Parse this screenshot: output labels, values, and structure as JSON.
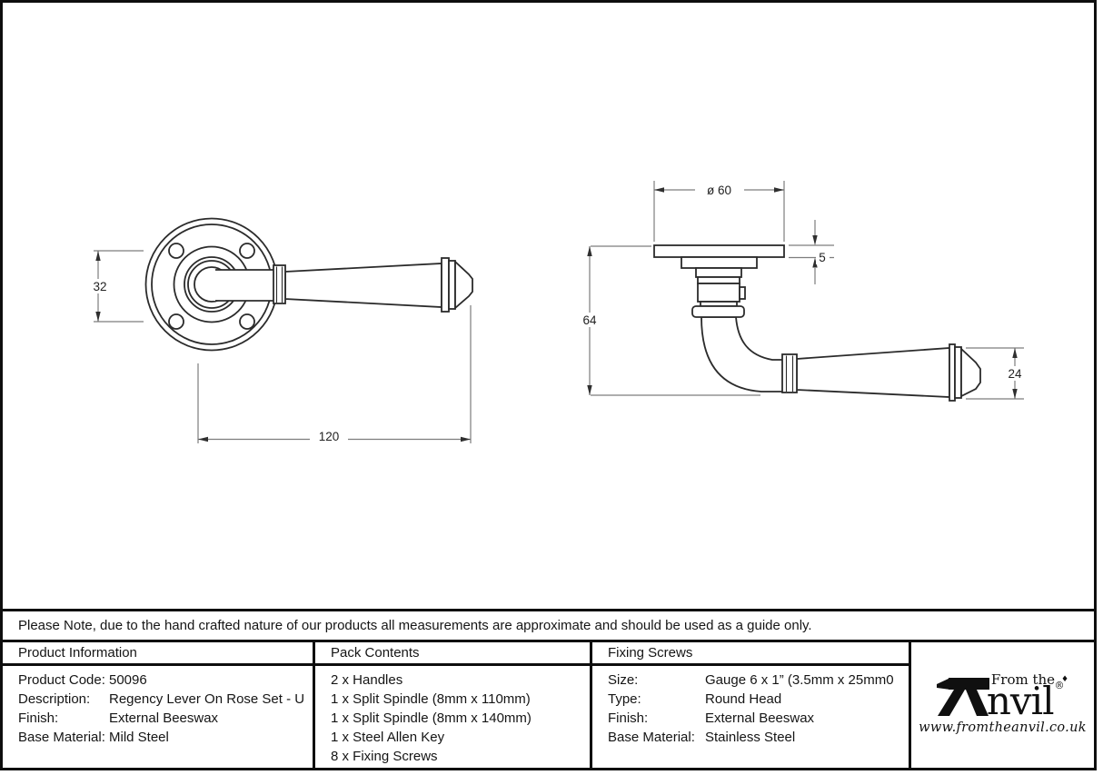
{
  "dims": {
    "rose_width": "32",
    "lever_length": "120",
    "rose_diameter": "ø 60",
    "rose_thickness": "5",
    "projection": "64",
    "lever_end": "24"
  },
  "note": "Please Note, due to the hand crafted nature of our products all measurements are approximate and should be used as a guide only.",
  "table": {
    "product_information": {
      "header": "Product Information",
      "rows": [
        {
          "label": "Product Code:",
          "value": "50096"
        },
        {
          "label": "Description:",
          "value": "Regency Lever On Rose Set - U"
        },
        {
          "label": "Finish:",
          "value": "External Beeswax"
        },
        {
          "label": "Base Material:",
          "value": "Mild Steel"
        }
      ]
    },
    "pack_contents": {
      "header": "Pack Contents",
      "items": [
        "2 x Handles",
        "1 x Split Spindle (8mm x 110mm)",
        "1 x Split Spindle (8mm x 140mm)",
        "1 x Steel Allen Key",
        "8 x Fixing Screws"
      ]
    },
    "fixing_screws": {
      "header": "Fixing Screws",
      "rows": [
        {
          "label": "Size:",
          "value": "Gauge 6 x 1” (3.5mm x 25mm0"
        },
        {
          "label": "Type:",
          "value": "Round Head"
        },
        {
          "label": "Finish:",
          "value": "External Beeswax"
        },
        {
          "label": "Base Material:",
          "value": "Stainless Steel"
        }
      ]
    }
  },
  "logo": {
    "prefix": "From the",
    "diamond": "♦",
    "name_rest": "nvil",
    "registered": "®",
    "url": "www.fromtheanvil.co.uk"
  }
}
